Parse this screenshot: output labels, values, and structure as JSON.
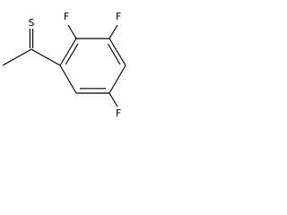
{
  "molecule": {
    "atoms": {
      "sulfur": "S",
      "fluorine_2": "F",
      "fluorine_3": "F",
      "fluorine_5": "F"
    }
  }
}
